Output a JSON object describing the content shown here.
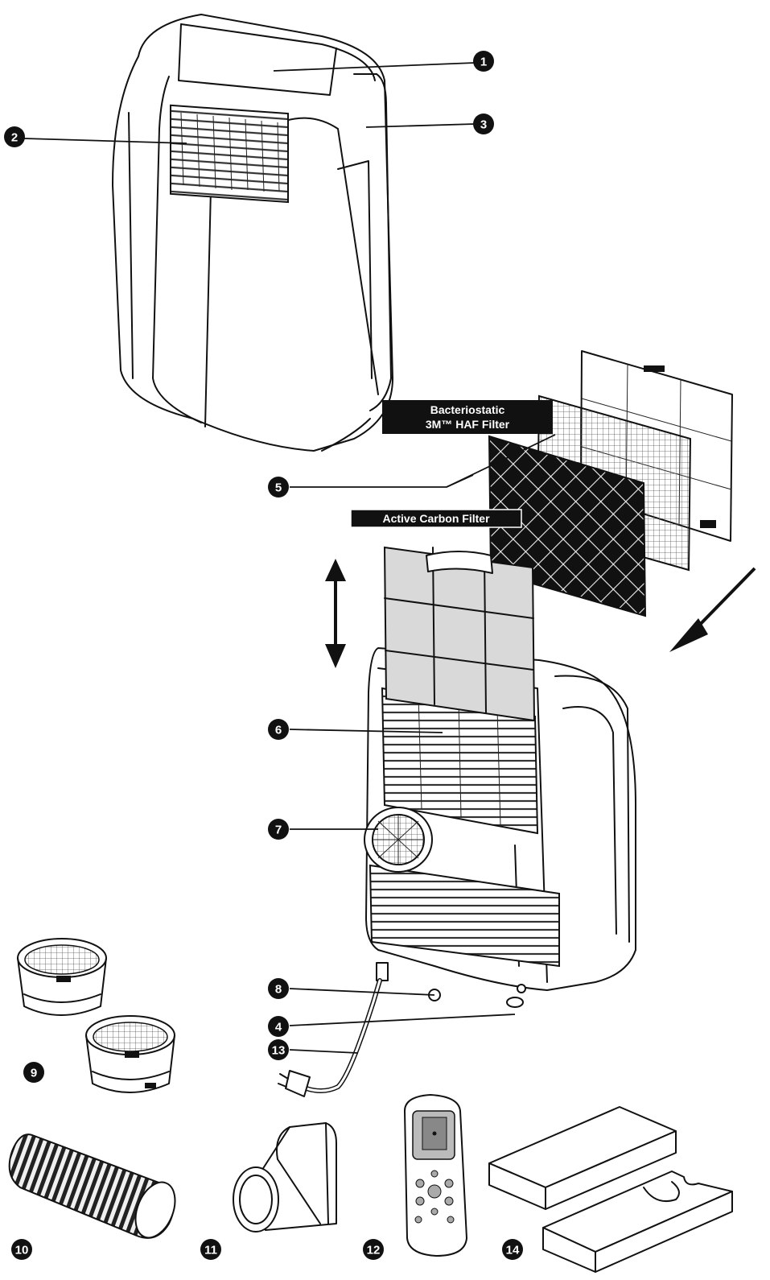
{
  "filter_labels": {
    "haf_line1": "Bacteriostatic",
    "haf_line2": "3M™ HAF Filter",
    "carbon": "Active Carbon Filter"
  },
  "markers": [
    {
      "id": "1",
      "glyph": "1"
    },
    {
      "id": "2",
      "glyph": "2"
    },
    {
      "id": "3",
      "glyph": "3"
    },
    {
      "id": "4",
      "glyph": "4"
    },
    {
      "id": "5",
      "glyph": "5"
    },
    {
      "id": "6",
      "glyph": "6"
    },
    {
      "id": "7",
      "glyph": "7"
    },
    {
      "id": "8",
      "glyph": "8"
    },
    {
      "id": "9",
      "glyph": "9"
    },
    {
      "id": "10",
      "glyph": "10"
    },
    {
      "id": "11",
      "glyph": "11"
    },
    {
      "id": "12",
      "glyph": "12"
    },
    {
      "id": "13",
      "glyph": "13"
    },
    {
      "id": "14",
      "glyph": "14"
    }
  ],
  "icons": [
    "up-down-arrow-icon",
    "diagonal-arrow-icon"
  ]
}
